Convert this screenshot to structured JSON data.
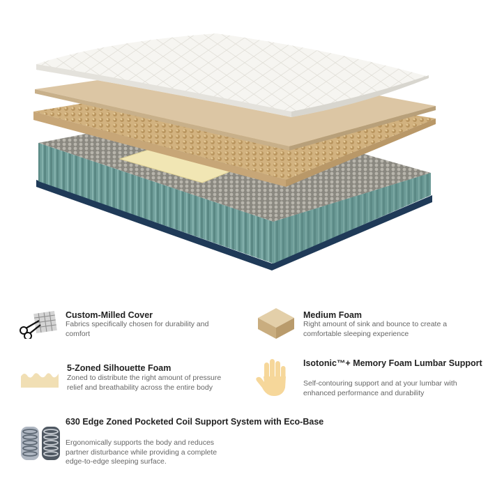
{
  "features": [
    {
      "title": "Custom-Milled Cover",
      "desc": "Fabrics specifically chosen for durability and comfort",
      "icon": "scissors-fabric-icon"
    },
    {
      "title": "Medium Foam",
      "desc": "Right amount of sink and bounce to create a comfortable sleeping experience",
      "icon": "foam-block-icon"
    },
    {
      "title": "5-Zoned Silhouette Foam",
      "desc": "Zoned to distribute the right amount of pressure relief and breathability across the entire body",
      "icon": "zoned-foam-icon"
    },
    {
      "title": "Isotonic™+ Memory Foam Lumbar Support",
      "desc": "Self-contouring support and at your lumbar with enhanced performance and durability",
      "icon": "hand-icon"
    },
    {
      "title": "630 Edge Zoned Pocketed Coil Support System with Eco-Base",
      "desc": "Ergonomically supports the body and reduces partner disturbance while providing a complete edge-to-edge sleeping surface.",
      "icon": "coil-springs-icon"
    }
  ],
  "colors": {
    "cover": "#f4f3ef",
    "foam": "#d8bf98",
    "zoned_foam": "#ccad7e",
    "memory_foam": "#f1e6b4",
    "coil": "#6f9e9a",
    "base": "#1f3a58"
  }
}
